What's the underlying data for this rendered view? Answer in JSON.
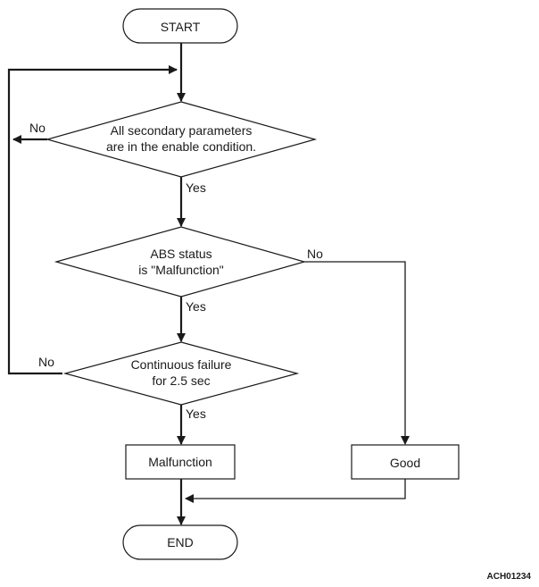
{
  "nodes": {
    "start": "START",
    "check_params_line1": "All secondary parameters",
    "check_params_line2": "are in the enable condition.",
    "abs_status_line1": "ABS status",
    "abs_status_line2": "is \"Malfunction\"",
    "continuous_line1": "Continuous failure",
    "continuous_line2": "for 2.5 sec",
    "malfunction": "Malfunction",
    "good": "Good",
    "end": "END"
  },
  "edges": {
    "params_no": "No",
    "params_yes": "Yes",
    "abs_no": "No",
    "abs_yes": "Yes",
    "continuous_no": "No",
    "continuous_yes": "Yes"
  },
  "figure_code": "ACH01234"
}
